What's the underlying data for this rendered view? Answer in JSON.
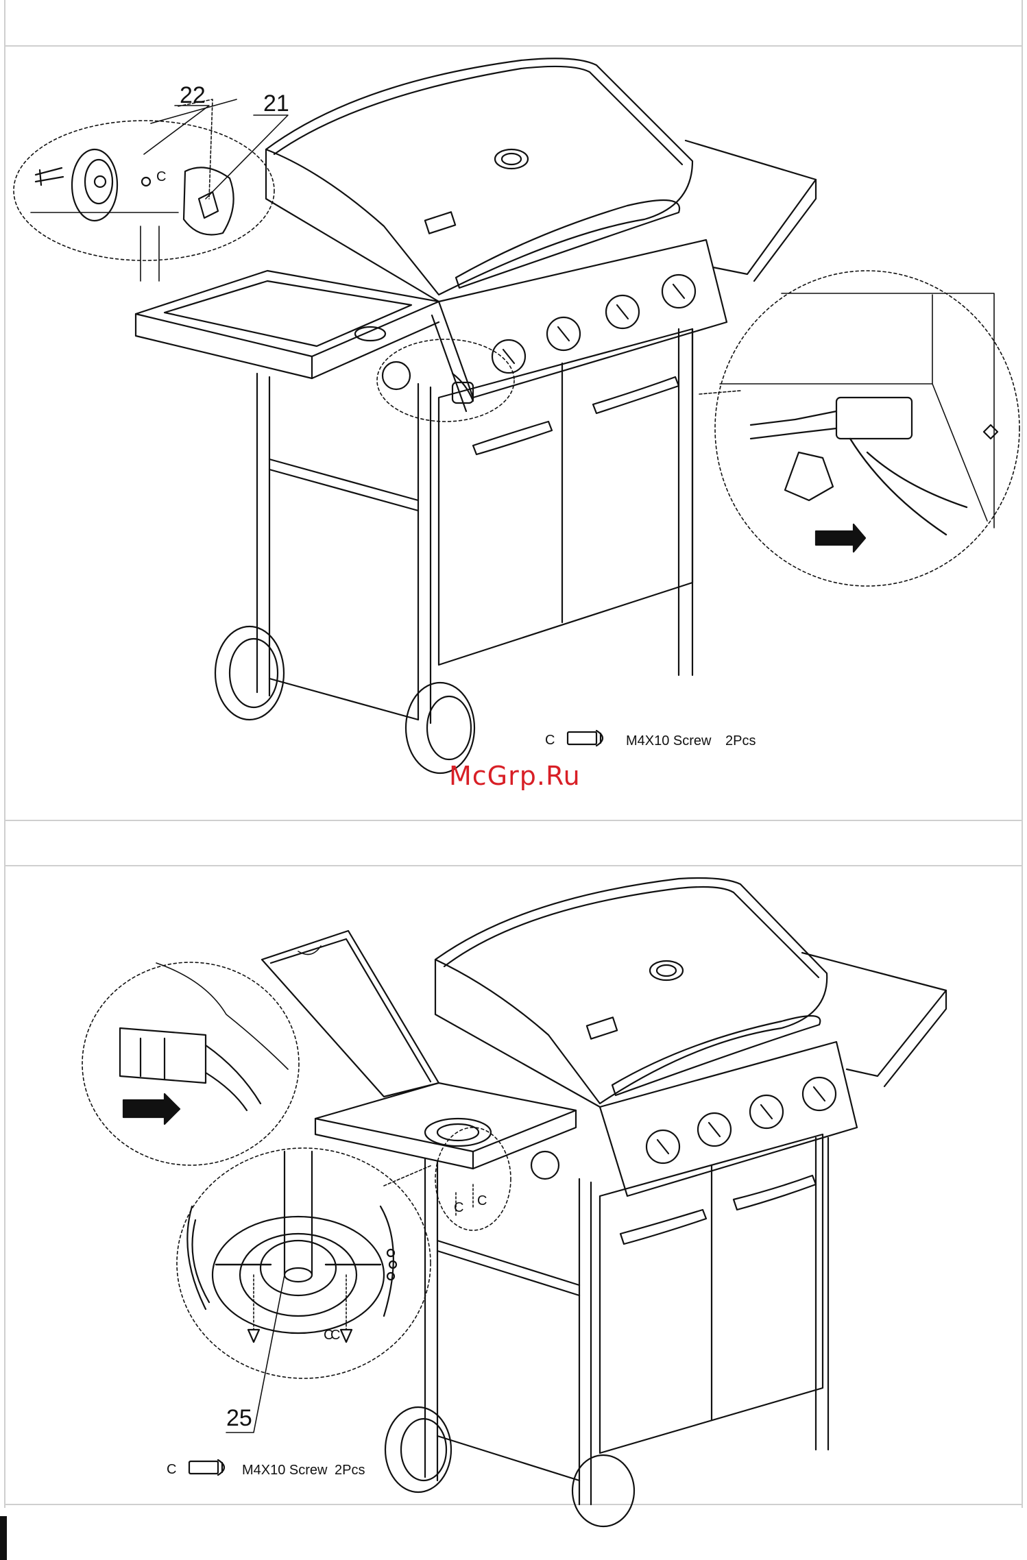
{
  "panel1": {
    "callouts": {
      "part_22": "22",
      "part_21": "21",
      "screw_c": "C"
    },
    "hardware": {
      "letter": "C",
      "label": "M4X10 Screw",
      "qty": "2Pcs"
    }
  },
  "panel2": {
    "callouts": {
      "part_25": "25",
      "screw_c_1": "C",
      "screw_c_2": "C",
      "screw_c_3": "C",
      "screw_c_4": "C"
    },
    "hardware": {
      "letter": "C",
      "label": "M4X10 Screw",
      "qty": "2Pcs"
    }
  },
  "watermark": "McGrp.Ru",
  "colors": {
    "line": "#111111",
    "frame": "#cfcfcf",
    "watermark": "#d81f26"
  }
}
